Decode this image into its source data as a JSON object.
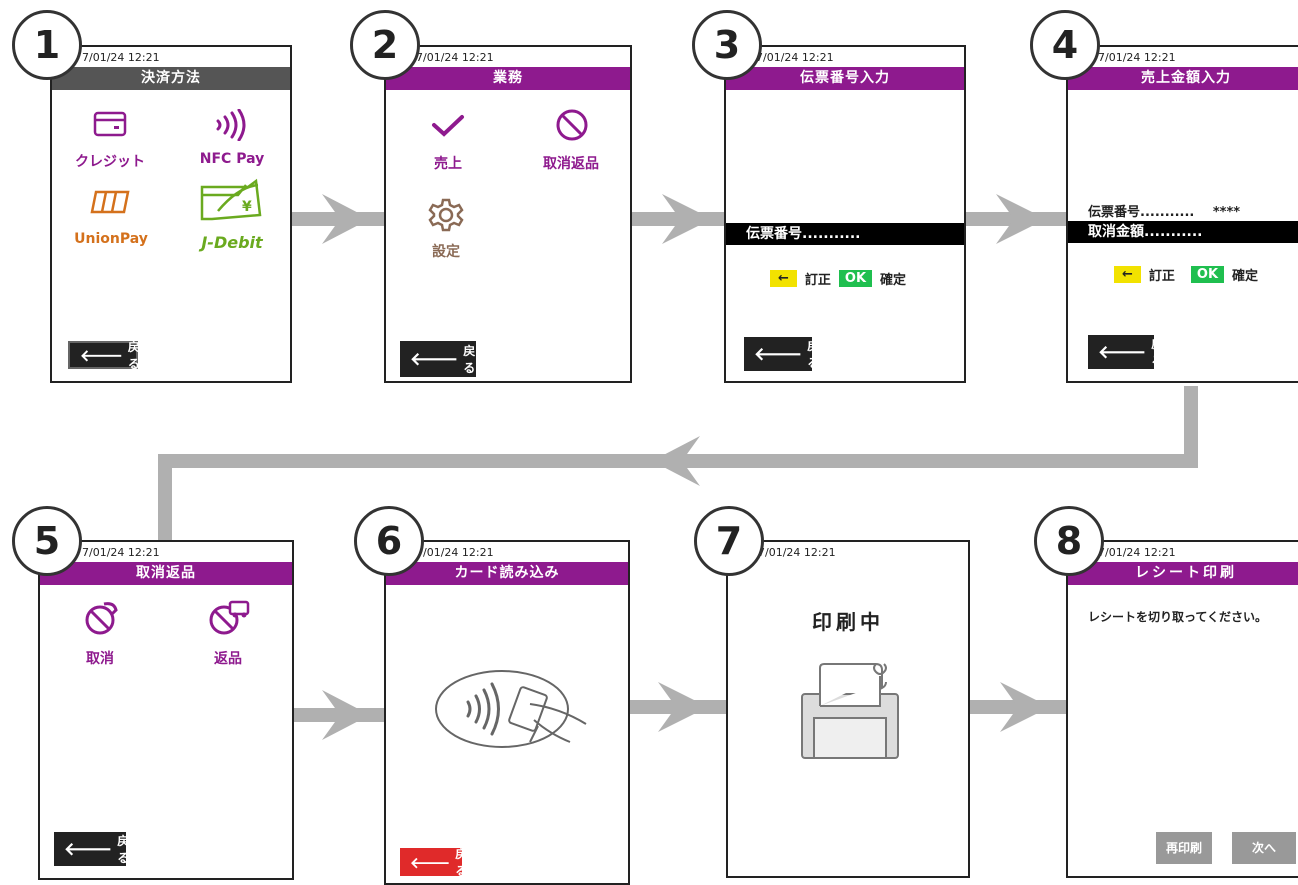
{
  "datetime": "7/01/24 12:21",
  "screens": [
    {
      "step": "1",
      "header": "決済方法",
      "items": [
        "クレジット",
        "NFC Pay",
        "UnionPay",
        "J-Debit"
      ],
      "back": "戻る"
    },
    {
      "step": "2",
      "header": "業務",
      "items": [
        "売上",
        "取消返品",
        "設定"
      ],
      "back": "戻る"
    },
    {
      "step": "3",
      "header": "伝票番号入力",
      "field": "伝票番号...........",
      "correct": "訂正",
      "confirm": "確定",
      "ok": "OK",
      "back": "戻る"
    },
    {
      "step": "4",
      "header": "売上金額入力",
      "slip": "伝票番号...........",
      "slip_value": "****",
      "amount": "取消金額...........",
      "correct": "訂正",
      "confirm": "確定",
      "ok": "OK",
      "back": "戻る"
    },
    {
      "step": "5",
      "header": "取消返品",
      "items": [
        "取消",
        "返品"
      ],
      "back": "戻る"
    },
    {
      "step": "6",
      "header": "カード読み込み",
      "back": "戻る"
    },
    {
      "step": "7",
      "message": "印刷中"
    },
    {
      "step": "8",
      "header": "レシート印刷",
      "message": "レシートを切り取ってください。",
      "reprint": "再印刷",
      "next": "次へ"
    }
  ],
  "colors": {
    "purple": "#8e1a8e",
    "header_gray": "#555555",
    "arrow": "#b0b0b0",
    "yellow_key": "#f2e200",
    "green_key": "#1fbf4f",
    "red_back": "#e02a2a"
  }
}
